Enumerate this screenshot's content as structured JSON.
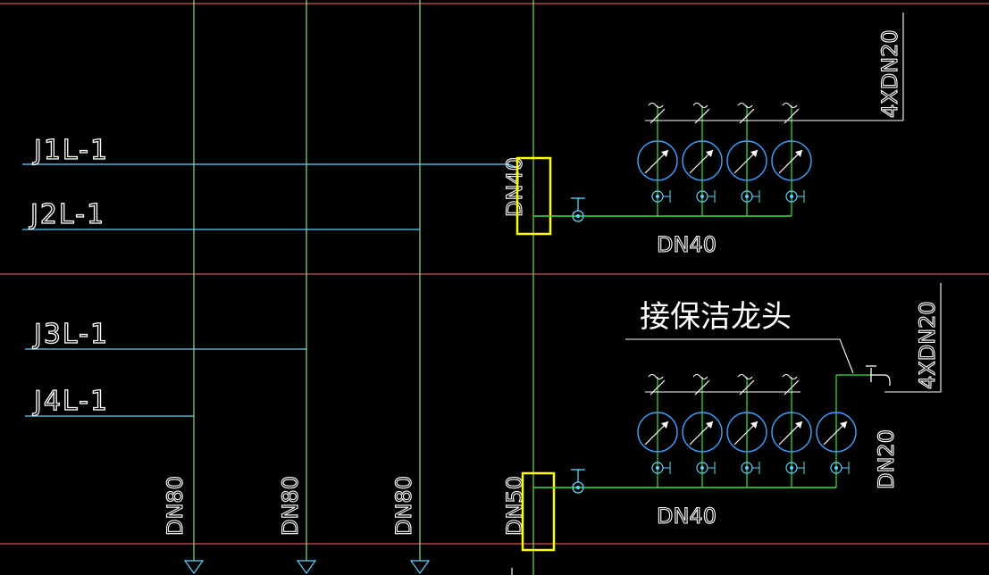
{
  "pipe_labels": {
    "j1": "J1L-1",
    "j2": "J2L-1",
    "j3": "J3L-1",
    "j4": "J4L-1"
  },
  "sizes": {
    "riser_upper": "DN40",
    "branch_upper": "DN40",
    "meters_upper": "4XDN20",
    "meters_lower": "4XDN20",
    "riser_dn80_a": "DN80",
    "riser_dn80_b": "DN80",
    "riser_dn80_c": "DN80",
    "riser_dn50": "DN50",
    "branch_lower": "DN40",
    "tap_size": "DN20"
  },
  "annotation": "接保洁龙头",
  "colors": {
    "background": "#000000",
    "green_pipe": "#7ed957",
    "green_bright": "#39e639",
    "cyan_pipe": "#5fd3ff",
    "meter_blue": "#3aa0ff",
    "red_line": "#ff5a5a",
    "highlight_yellow": "#ffff00",
    "text_white": "#ffffff"
  }
}
